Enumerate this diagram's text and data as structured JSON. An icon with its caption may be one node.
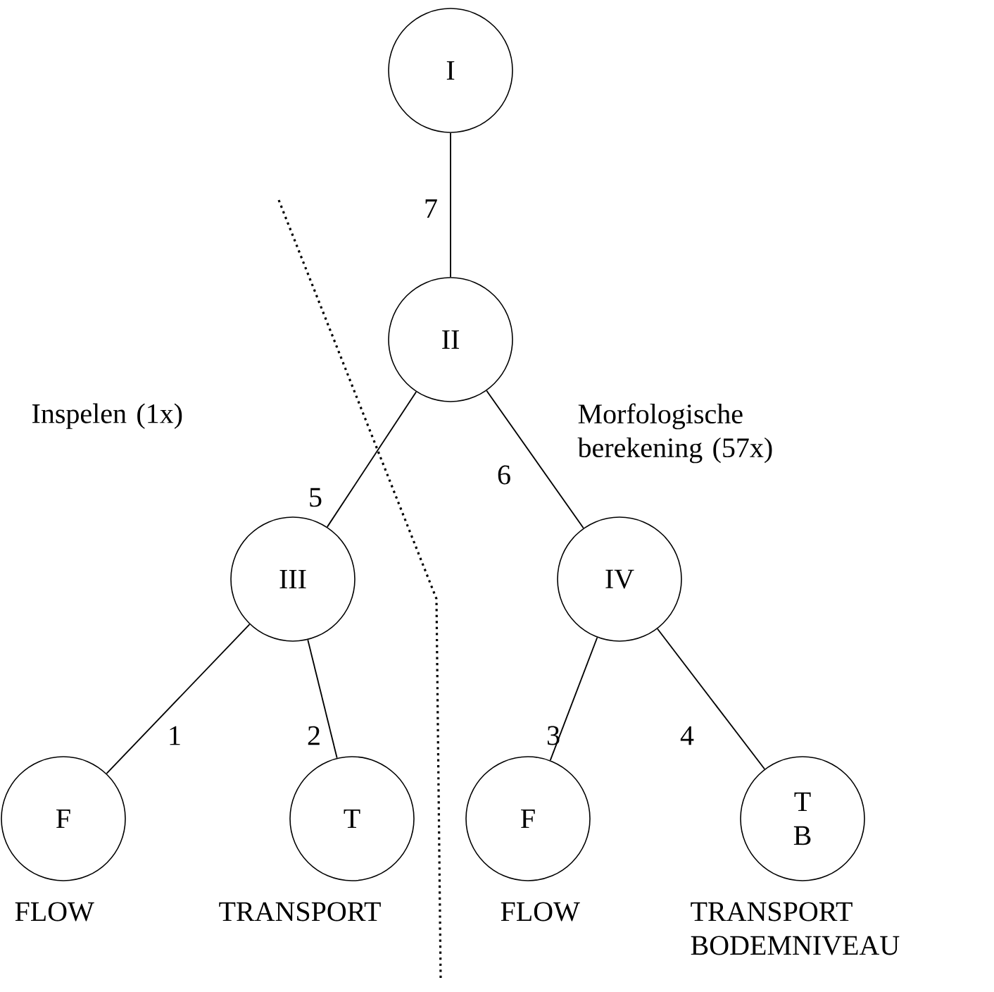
{
  "diagram": {
    "nodes": [
      {
        "text": [
          "I"
        ]
      },
      {
        "text": [
          "II"
        ]
      },
      {
        "text": [
          "III"
        ]
      },
      {
        "text": [
          "IV"
        ]
      },
      {
        "text": [
          "F"
        ],
        "beside": [
          "FLOW"
        ]
      },
      {
        "text": [
          "T"
        ],
        "beside": [
          "TRANSPORT"
        ]
      },
      {
        "text": [
          "F"
        ],
        "beside": [
          "FLOW"
        ]
      },
      {
        "text": [
          "T",
          "B"
        ],
        "beside": [
          "TRANSPORT BODEMNIVEAU"
        ]
      }
    ],
    "edges": [
      {
        "from": 0,
        "to": 1,
        "arrow": "none",
        "label": "7"
      },
      {
        "from": 1,
        "to": 2,
        "arrow": "none",
        "label": "5"
      },
      {
        "from": 1,
        "to": 3,
        "arrow": "none",
        "label": "6"
      },
      {
        "from": 2,
        "to": 4,
        "arrow": "none",
        "label": "1"
      },
      {
        "from": 2,
        "to": 5,
        "arrow": "none",
        "label": "2"
      },
      {
        "from": 3,
        "to": 6,
        "arrow": "none",
        "label": "3"
      },
      {
        "from": 3,
        "to": 7,
        "arrow": "none",
        "label": "4"
      }
    ],
    "labels": [
      "Inspelen (1x)",
      "Morfologische berekening (57x)"
    ]
  }
}
